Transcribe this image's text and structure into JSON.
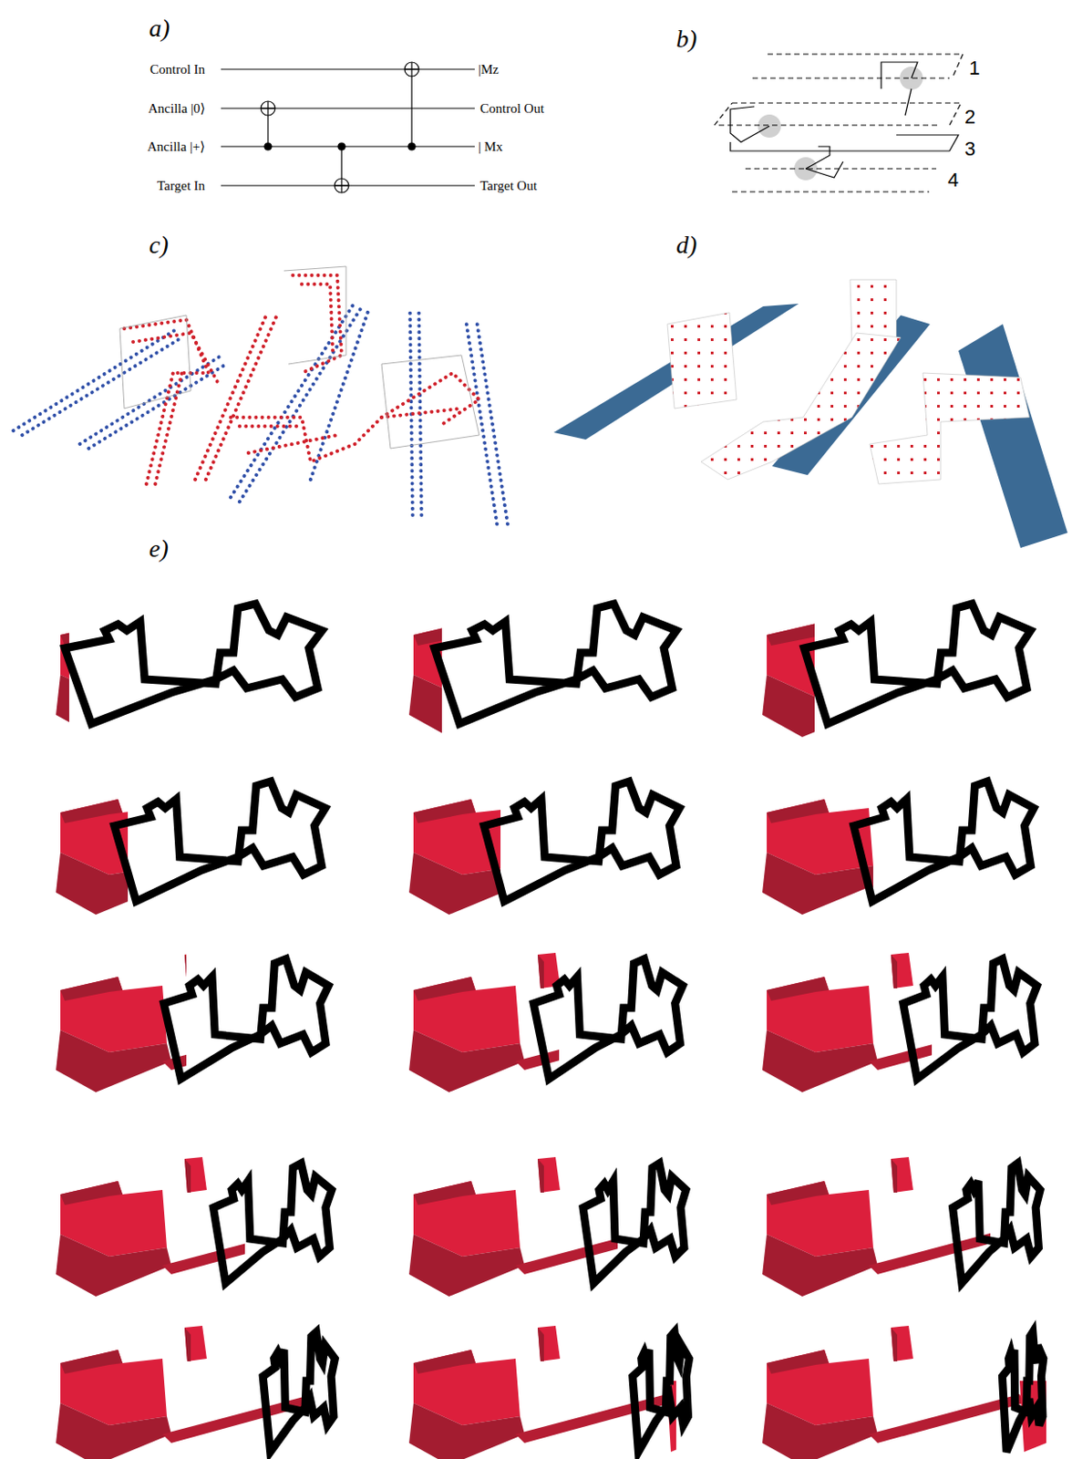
{
  "diagram": {
    "labels": [
      "a)",
      "b)",
      "c)",
      "d)",
      "e)",
      "Control In",
      "Ancilla |0⟩",
      "Ancilla |+⟩",
      "Target In",
      "|Mz",
      "Control Out",
      "| Mx",
      "Target Out",
      "1",
      "2",
      "3",
      "4"
    ]
  }
}
